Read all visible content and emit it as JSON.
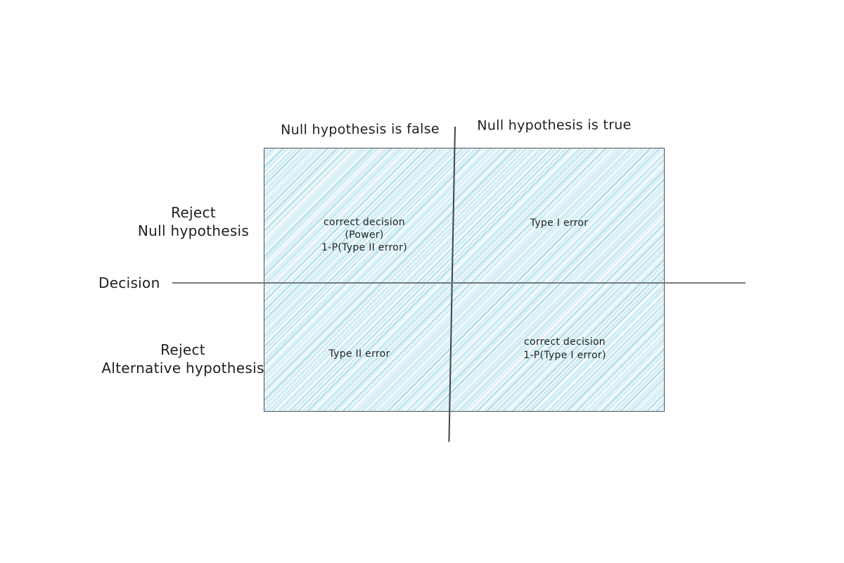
{
  "diagram": {
    "column_headers": {
      "left": "Null hypothesis is false",
      "right": "Null hypothesis is true"
    },
    "row_labels": {
      "top_line1": "Reject",
      "top_line2": "Null hypothesis",
      "axis_label": "Decision",
      "bottom_line1": "Reject",
      "bottom_line2": "Alternative hypothesis"
    },
    "cells": {
      "top_left": {
        "line1": "correct decision",
        "line2": "(Power)",
        "line3": "1-P(Type II error)"
      },
      "top_right": {
        "line1": "Type I error"
      },
      "bottom_left": {
        "line1": "Type II error"
      },
      "bottom_right": {
        "line1": "correct decision",
        "line2": "1-P(Type I error)"
      }
    },
    "colors": {
      "hatch_stroke": "#86cee2",
      "hatch_base": "#d6eef5",
      "box_border": "#4b5158",
      "vertical_line": "#3f444a",
      "horizontal_line": "#75797e",
      "text": "#1f1f1f",
      "background": "#ffffff"
    }
  }
}
